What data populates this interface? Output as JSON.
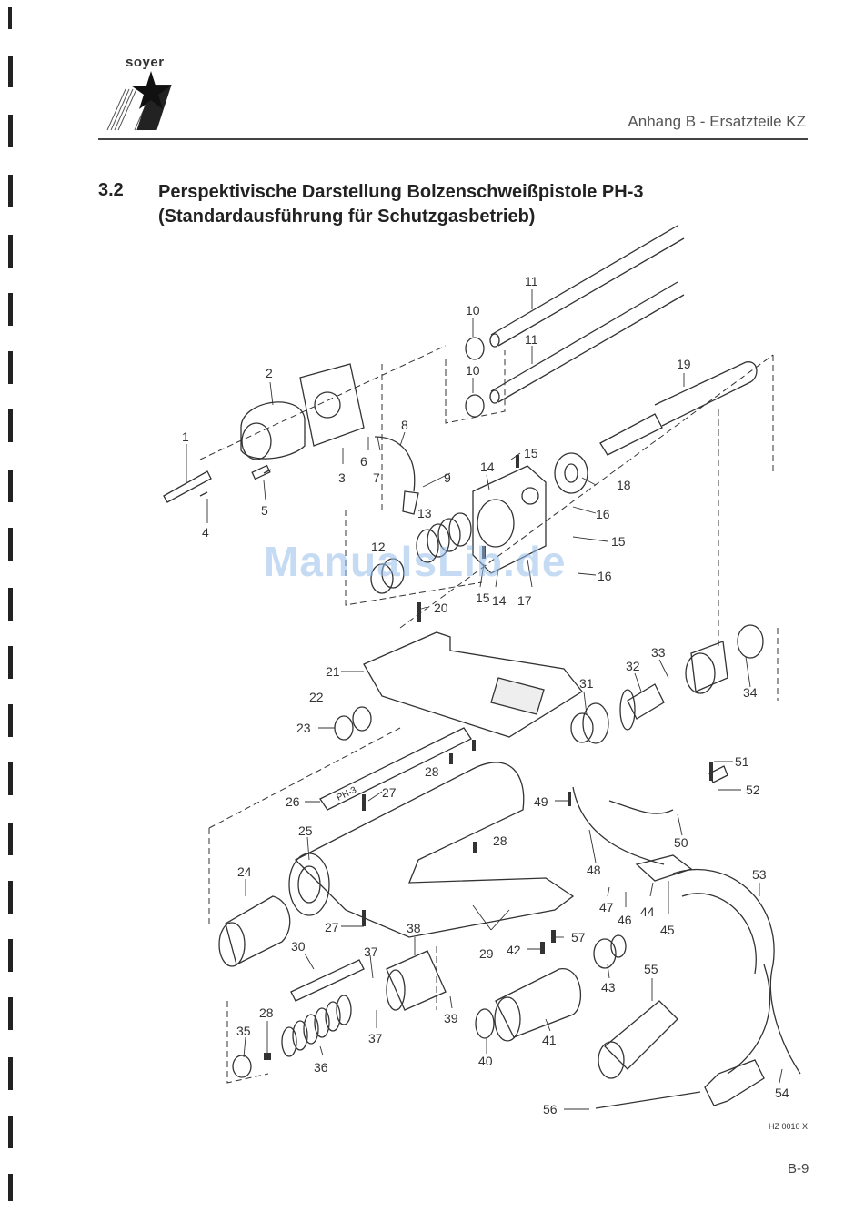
{
  "logo": {
    "text": "soyer"
  },
  "header": {
    "title": "Anhang B - Ersatzteile KZ"
  },
  "section": {
    "number": "3.2",
    "title_line1": "Perspektivische Darstellung Bolzenschweißpistole PH-3",
    "title_line2": "(Standardausführung für Schutzgasbetrieb)"
  },
  "watermark": "ManualsLib.de",
  "gun_label": "PH-3",
  "drawing_code": "HZ 0010 X",
  "page_number": "B-9",
  "part_labels": [
    "1",
    "2",
    "3",
    "4",
    "5",
    "6",
    "7",
    "8",
    "9",
    "10",
    "10",
    "11",
    "11",
    "12",
    "13",
    "14",
    "14",
    "15",
    "15",
    "15",
    "16",
    "16",
    "17",
    "18",
    "19",
    "20",
    "21",
    "22",
    "23",
    "24",
    "25",
    "26",
    "27",
    "27",
    "28",
    "28",
    "28",
    "29",
    "30",
    "31",
    "32",
    "33",
    "34",
    "35",
    "36",
    "37",
    "37",
    "38",
    "39",
    "40",
    "41",
    "42",
    "43",
    "44",
    "45",
    "46",
    "47",
    "48",
    "49",
    "50",
    "51",
    "52",
    "53",
    "54",
    "55",
    "56",
    "57"
  ]
}
